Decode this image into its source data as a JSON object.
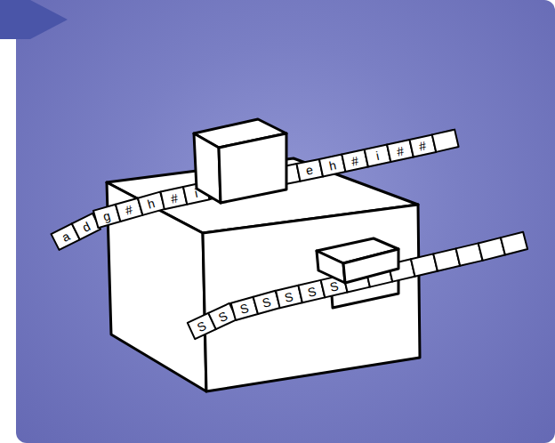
{
  "diagram": {
    "labels": [
      "a",
      "d",
      "g",
      "#",
      "h",
      "#",
      "i",
      "e",
      "h",
      "#",
      "i",
      "#",
      "#",
      "S",
      "S",
      "S",
      "S",
      "S",
      "S",
      "S"
    ]
  }
}
